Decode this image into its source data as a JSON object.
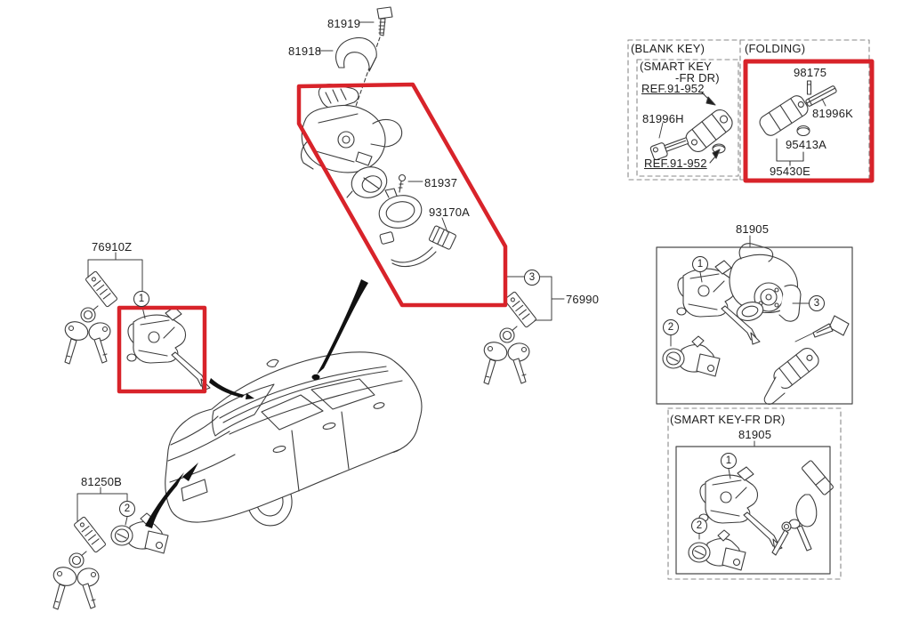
{
  "colors": {
    "highlight": "#d8232a",
    "line": "#3c3c3c",
    "text": "#1d1d1d"
  },
  "labels": {
    "screw_top": "81919",
    "bracket": "81918",
    "screw_small": "81937",
    "antenna_wiring": "93170A",
    "left_key_set": "76910Z",
    "trunk_key_set": "81250B",
    "ignition_key_set": "76990",
    "right_lock_set": "81905",
    "bottom_lock_set": "81905"
  },
  "panels": {
    "blank_key": {
      "title": "(BLANK KEY)",
      "subtitle_line1": "(SMART KEY",
      "subtitle_line2": "-FR DR)",
      "ref_top": "REF.91-952",
      "key_blank": "81996H",
      "ref_bottom": "REF.91-952"
    },
    "folding": {
      "title": "(FOLDING)",
      "pin": "98175",
      "blade": "81996K",
      "battery": "95413A",
      "remote": "95430E"
    },
    "smart_key_fr_dr": {
      "title": "(SMART KEY-FR DR)"
    }
  },
  "callouts": {
    "one": "1",
    "two": "2",
    "three": "3"
  }
}
